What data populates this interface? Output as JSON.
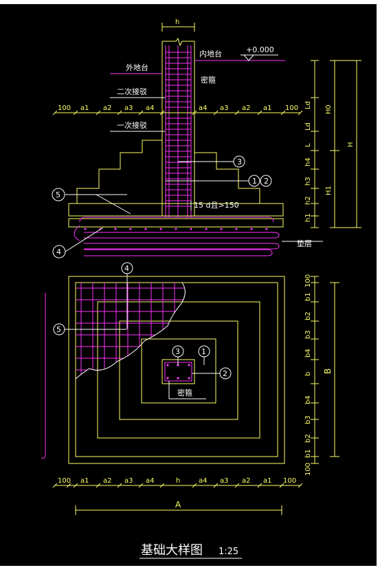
{
  "title": "基础大样图",
  "scale": "1:25",
  "colors": {
    "background": "#000000",
    "outline": "#ffff66",
    "rebar": "#ff33ff",
    "title": "#ffffff"
  },
  "section": {
    "column_width": "h",
    "elevation": "+0.000",
    "inner_ground": "内地台",
    "outer_ground": "外地台",
    "stirrup": "密箍",
    "splice_2": "二次接驳",
    "splice_1": "一次接驳",
    "anchor_note": "15 d且>150",
    "cushion": "垫层",
    "top_dims": [
      "100",
      "a1",
      "a2",
      "a3",
      "a4",
      "a4",
      "a3",
      "a2",
      "a1",
      "100"
    ],
    "right_dims_small": [
      "Ld",
      "Ld",
      "L",
      "h4",
      "h3",
      "h2",
      "h1"
    ],
    "right_dims_big": [
      "H0",
      "H1",
      "H"
    ],
    "tags": [
      "3",
      "1",
      "2",
      "5",
      "4"
    ]
  },
  "plan": {
    "stirrup": "密箍",
    "tags": [
      "4",
      "5",
      "3",
      "1",
      "2"
    ],
    "right_dims": [
      "100",
      "b1",
      "b2",
      "b3",
      "b4",
      "b",
      "b4",
      "b3",
      "b2",
      "b1",
      "100"
    ],
    "right_total": "B",
    "bottom_dims": [
      "100",
      "a1",
      "a2",
      "a3",
      "a4",
      "h",
      "a4",
      "a3",
      "a2",
      "a1",
      "100"
    ],
    "bottom_total": "A"
  }
}
